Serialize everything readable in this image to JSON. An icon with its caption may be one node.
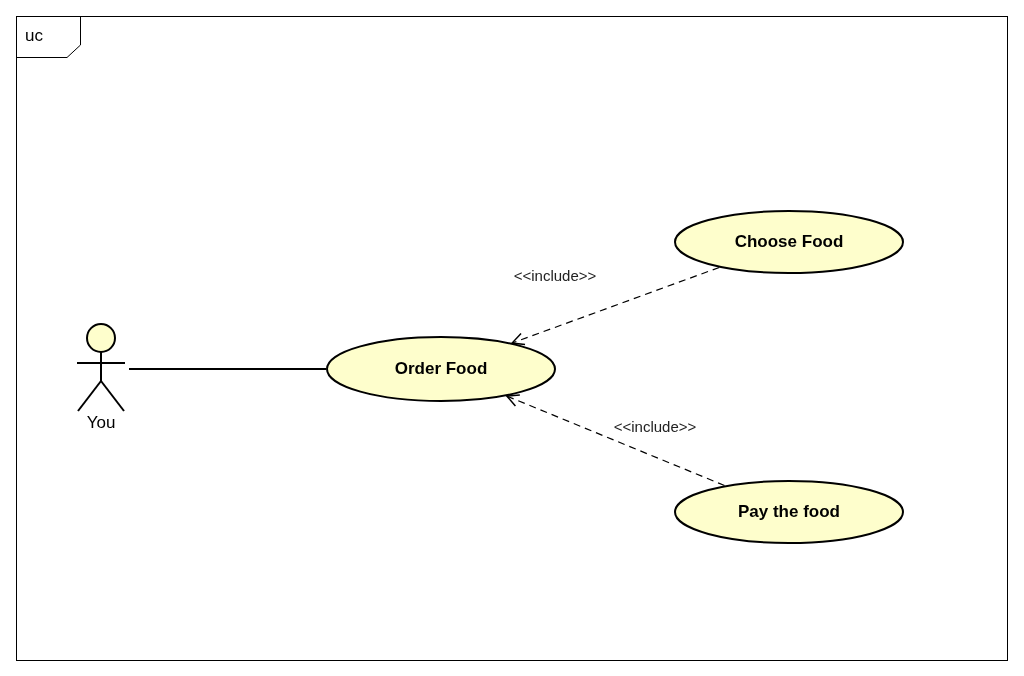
{
  "diagram": {
    "nodes": [
      {
        "text": [
          "uc"
        ]
      },
      {
        "text": [
          "You"
        ],
        "in": 0
      },
      {
        "text": [
          "Order Food"
        ],
        "in": 0
      },
      {
        "text": [
          "Choose Food"
        ],
        "in": 0
      },
      {
        "text": [
          "Pay the food"
        ],
        "in": 0
      }
    ],
    "edges": [
      {
        "from": 1,
        "to": 2,
        "arrow": "none"
      },
      {
        "from": 3,
        "to": 2,
        "arrow": "to",
        "label": "<<include>>",
        "style": "dashed"
      },
      {
        "from": 4,
        "to": 2,
        "arrow": "to",
        "label": "<<include>>",
        "style": "dashed"
      }
    ]
  }
}
